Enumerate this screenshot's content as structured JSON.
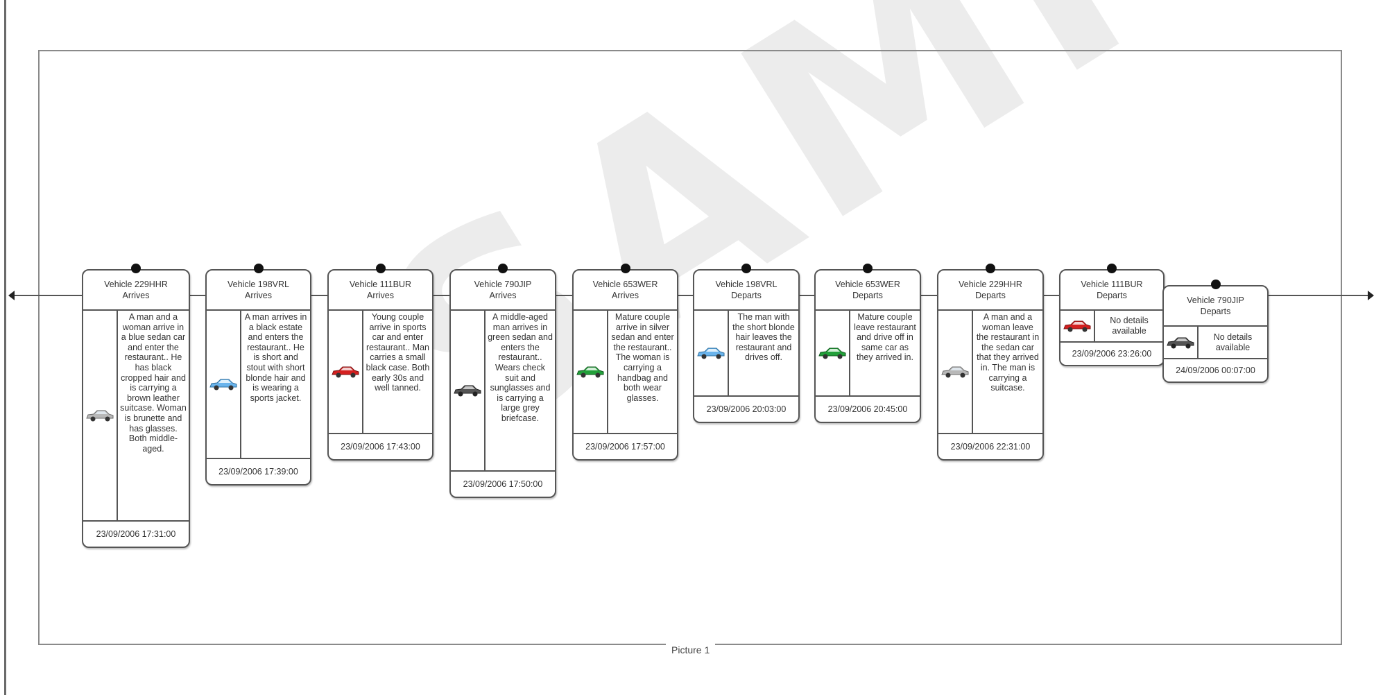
{
  "figure": {
    "caption": "Picture 1",
    "watermark": "SAMPLE"
  },
  "colors": {
    "silver": "#b8b8b8",
    "light-blue": "#6ab4ec",
    "red": "#d42020",
    "dark-grey": "#555555",
    "green": "#22a03a"
  },
  "events": [
    {
      "title": "Vehicle 229HHR",
      "action": "Arrives",
      "icon": "silver-car-icon",
      "car_color": "#b8b8b8",
      "description": "A man and a woman arrive in a blue sedan car and enter the restaurant.. He has black cropped hair and is carrying a brown leather suitcase. Woman is brunette and has glasses. Both middle-aged.",
      "timestamp": "23/09/2006 17:31:00"
    },
    {
      "title": "Vehicle 198VRL",
      "action": "Arrives",
      "icon": "blue-car-icon",
      "car_color": "#6ab4ec",
      "description": "A man arrives in a black estate and enters the restaurant.. He is short and stout with short blonde hair and is wearing a sports jacket.",
      "timestamp": "23/09/2006 17:39:00"
    },
    {
      "title": "Vehicle 111BUR",
      "action": "Arrives",
      "icon": "red-car-icon",
      "car_color": "#d42020",
      "description": "Young couple arrive in sports car and enter restaurant.. Man carries a small black case. Both early 30s and well tanned.",
      "timestamp": "23/09/2006 17:43:00"
    },
    {
      "title": "Vehicle 790JIP",
      "action": "Arrives",
      "icon": "dark-car-icon",
      "car_color": "#555555",
      "description": "A middle-aged man arrives in green sedan and enters the restaurant.. Wears check suit and sunglasses and is carrying a large grey briefcase.",
      "timestamp": "23/09/2006 17:50:00"
    },
    {
      "title": "Vehicle 653WER",
      "action": "Arrives",
      "icon": "green-car-icon",
      "car_color": "#22a03a",
      "description": "Mature couple arrive in silver sedan and enter the restaurant.. The woman is carrying a handbag and both wear glasses.",
      "timestamp": "23/09/2006 17:57:00"
    },
    {
      "title": "Vehicle 198VRL",
      "action": "Departs",
      "icon": "blue-car-icon",
      "car_color": "#6ab4ec",
      "description": "The man with the short blonde hair leaves the restaurant and drives off.",
      "timestamp": "23/09/2006 20:03:00"
    },
    {
      "title": "Vehicle 653WER",
      "action": "Departs",
      "icon": "green-car-icon",
      "car_color": "#22a03a",
      "description": "Mature couple leave restaurant and drive off in same car as they arrived in.",
      "timestamp": "23/09/2006 20:45:00"
    },
    {
      "title": "Vehicle 229HHR",
      "action": "Departs",
      "icon": "silver-car-icon",
      "car_color": "#b8b8b8",
      "description": "A man and a woman leave the restaurant in the sedan car that they arrived in. The man is carrying a suitcase.",
      "timestamp": "23/09/2006 22:31:00"
    },
    {
      "title": "Vehicle 111BUR",
      "action": "Departs",
      "icon": "red-car-icon",
      "car_color": "#d42020",
      "description": "No details available",
      "timestamp": "23/09/2006 23:26:00"
    },
    {
      "title": "Vehicle 790JIP",
      "action": "Departs",
      "icon": "dark-car-icon",
      "car_color": "#555555",
      "description": "No details available",
      "timestamp": "24/09/2006 00:07:00"
    }
  ]
}
